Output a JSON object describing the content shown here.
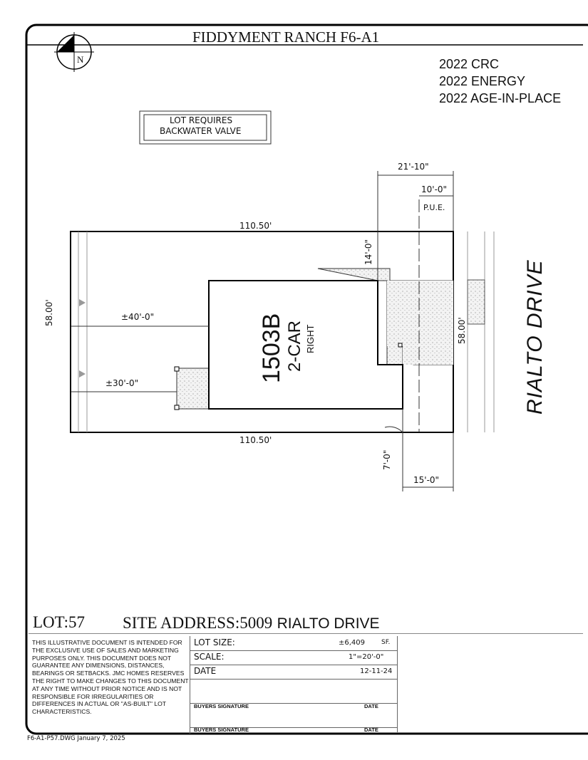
{
  "title": "FIDDYMENT RANCH  F6-A1",
  "north_label": "N",
  "codes": [
    "2022 CRC",
    "2022 ENERGY",
    "2022 AGE-IN-PLACE"
  ],
  "note_box": [
    "LOT REQUIRES",
    "BACKWATER VALVE"
  ],
  "dimensions": {
    "top_width": "110.50'",
    "bottom_width": "110.50'",
    "left_depth": "58.00'",
    "right_depth": "58.00'",
    "rear_setback_top": "±40'-0\"",
    "rear_setback_bottom": "±30'-0\"",
    "front_setback": "21'-10\"",
    "pue_width": "10'-0\"",
    "pue_label": "P.U.E.",
    "side_setback": "14'-0\"",
    "side_setback_bottom": "7'-0\"",
    "front_bottom": "15'-0\""
  },
  "house": {
    "plan": "1503B",
    "garage": "2-CAR",
    "orientation": "RIGHT"
  },
  "street": "RIALTO  DRIVE",
  "lot": "LOT:57",
  "site_address_label": "SITE ADDRESS:",
  "site_address_number": "5009",
  "site_address_street": "RIALTO  DRIVE",
  "disclaimer": "THIS ILLUSTRATIVE DOCUMENT IS INTENDED FOR THE EXCLUSIVE USE OF SALES AND MARKETING PURPOSES ONLY. THIS DOCUMENT DOES NOT GUARANTEE ANY DIMENSIONS, DISTANCES, BEARINGS OR SETBACKS. JMC HOMES RESERVES THE RIGHT TO MAKE CHANGES TO THIS DOCUMENT AT ANY TIME WITHOUT PRIOR NOTICE AND IS NOT RESPONSIBLE FOR IRREGULARITIES OR DIFFERENCES IN ACTUAL OR \"AS-BUILT\" LOT CHARACTERISTICS.",
  "info": {
    "lot_size_label": "LOT  SIZE:",
    "lot_size_value": "±6,409",
    "lot_size_unit": "SF.",
    "scale_label": "SCALE:",
    "scale_value": "1\"=20'-0\"",
    "date_label": "DATE",
    "date_value": "12-11-24",
    "sig1_label": "BUYERS SIGNATURE",
    "sig1_date": "DATE",
    "sig2_label": "BUYERS SIGNATURE",
    "sig2_date": "DATE"
  },
  "footer": "F6-A1-P57.DWG  January 7, 2025"
}
